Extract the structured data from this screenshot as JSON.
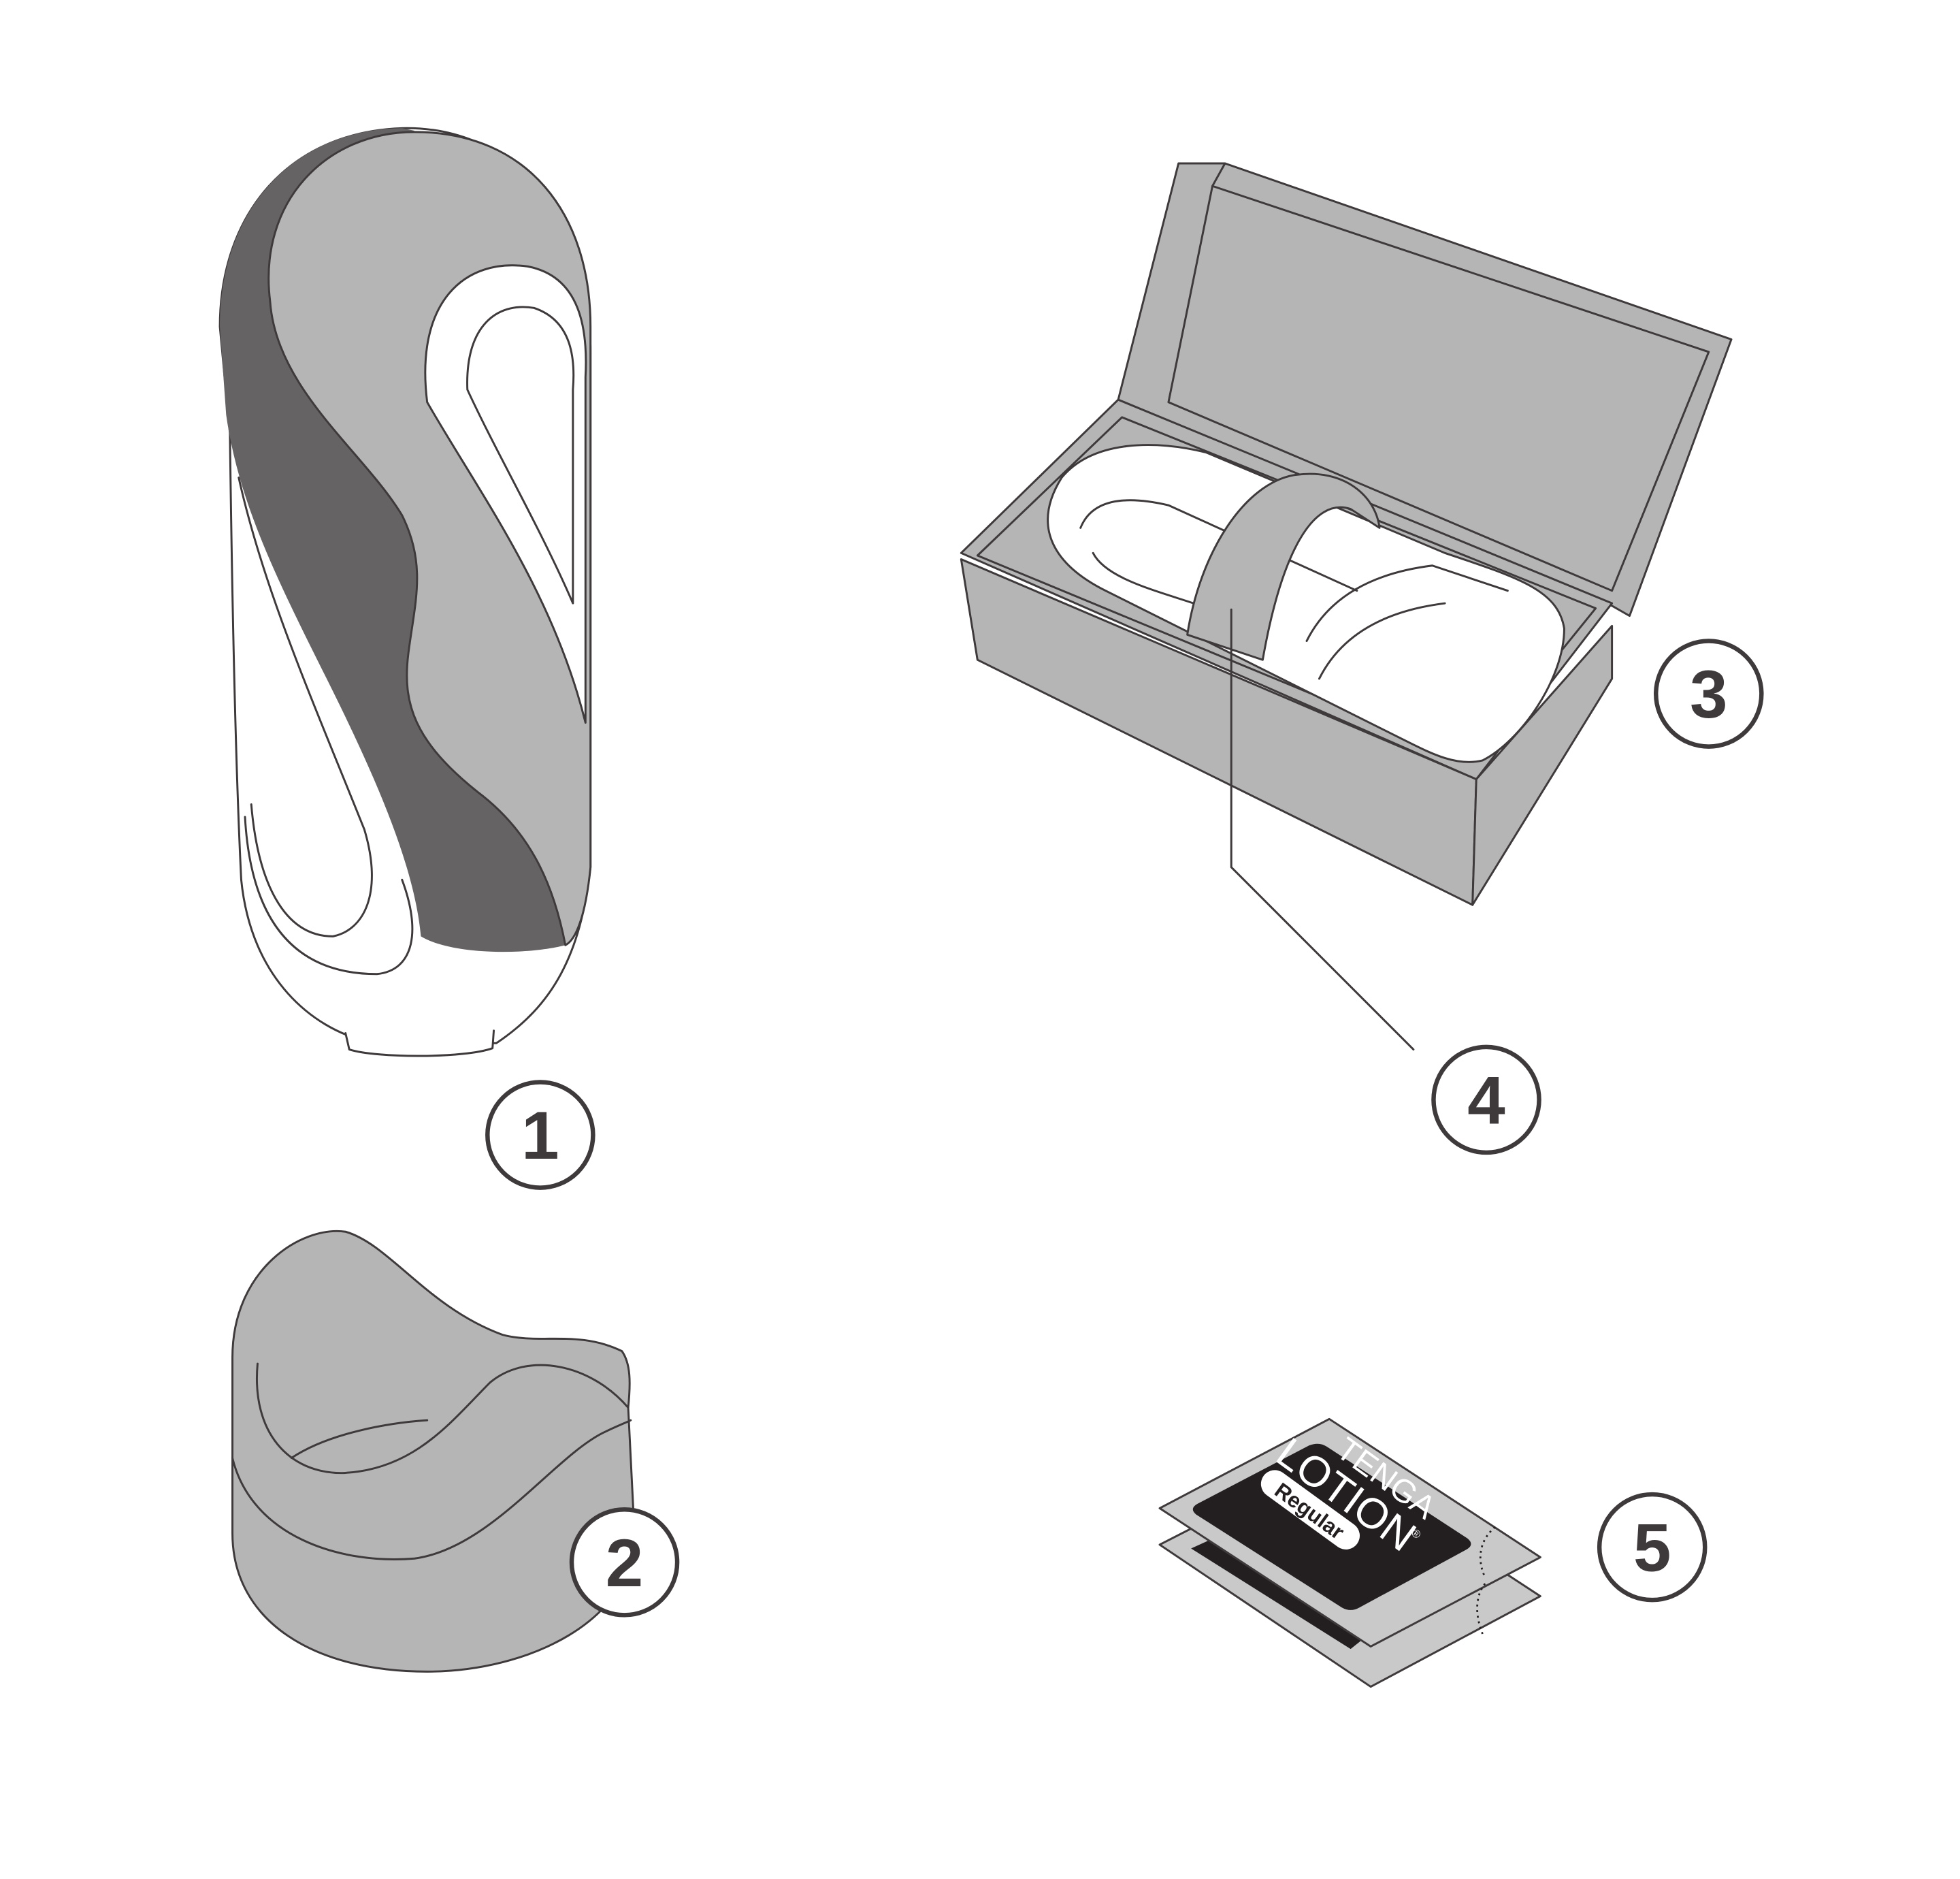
{
  "colors": {
    "outline": "#3e393a",
    "light_gray": "#b4b5b4",
    "dark_gray": "#666364",
    "packet_gray": "#c9c9c9",
    "packet_black": "#231f20"
  },
  "labels": {
    "item1": "1",
    "item2": "2",
    "item3": "3",
    "item4": "4",
    "item5": "5"
  },
  "packet": {
    "brand": "TENGA",
    "product": "LOTION",
    "variant": "Regular",
    "registered": "®"
  }
}
